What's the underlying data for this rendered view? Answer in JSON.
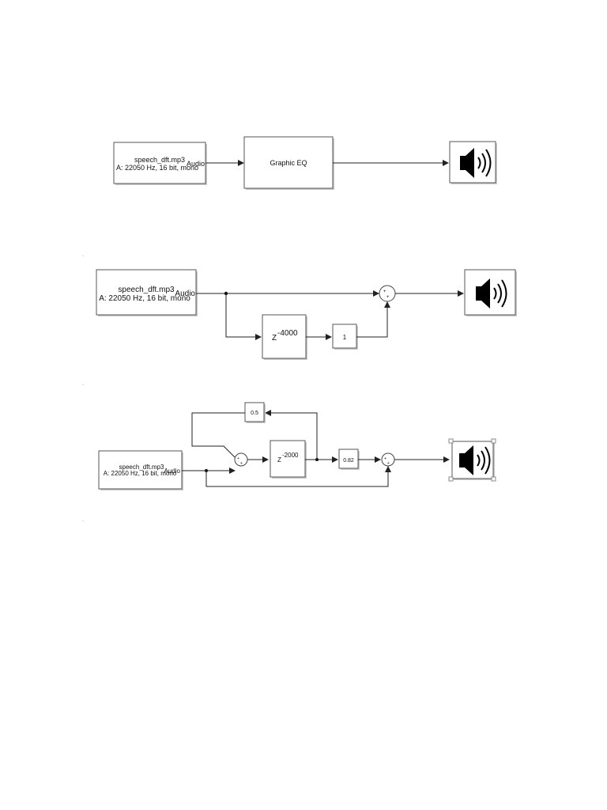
{
  "diagram1": {
    "source": {
      "file": "speech_dft.mp3",
      "info": "A: 22050 Hz, 16 bit, mono",
      "port": "Audio"
    },
    "eq_label": "Graphic EQ",
    "speaker_icon": "speaker-icon"
  },
  "diagram2": {
    "source": {
      "file": "speech_dft.mp3",
      "info": "A: 22050 Hz, 16 bit, mono",
      "port": "Audio"
    },
    "delay": {
      "base": "Z",
      "exp": "-4000"
    },
    "gain": "1",
    "sum_signs": [
      "+",
      "+"
    ],
    "speaker_icon": "speaker-icon"
  },
  "diagram3": {
    "source": {
      "file": "speech_dft.mp3",
      "info": "A: 22050 Hz, 16 bit, mono",
      "port": "Audio"
    },
    "feedback_gain": "0.5",
    "delay": {
      "base": "Z",
      "exp": "-2000"
    },
    "gain": "0.82",
    "sum1_signs": [
      "+",
      "+"
    ],
    "sum2_signs": [
      "+",
      "+"
    ],
    "speaker_icon": "speaker-icon"
  },
  "page_marks": [
    "-",
    "-",
    "-"
  ]
}
